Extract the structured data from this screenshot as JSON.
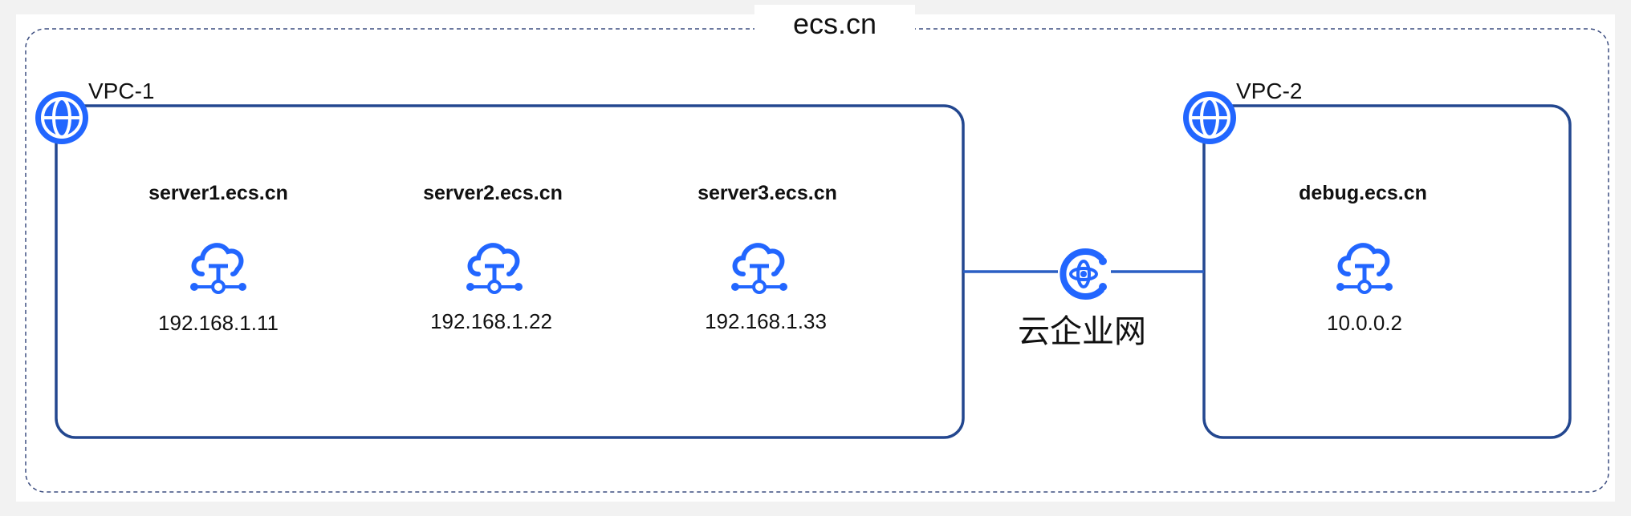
{
  "diagram": {
    "domain_title": "ecs.cn",
    "vpc1": {
      "label": "VPC-1",
      "servers": [
        {
          "hostname": "server1.ecs.cn",
          "ip": "192.168.1.11"
        },
        {
          "hostname": "server2.ecs.cn",
          "ip": "192.168.1.22"
        },
        {
          "hostname": "server3.ecs.cn",
          "ip": "192.168.1.33"
        }
      ]
    },
    "vpc2": {
      "label": "VPC-2",
      "servers": [
        {
          "hostname": "debug.ecs.cn",
          "ip": "10.0.0.2"
        }
      ]
    },
    "interconnect": {
      "label": "云企业网",
      "icon": "cloud-enterprise-network-icon"
    },
    "icons": {
      "vpc": "globe-icon",
      "server": "cloud-server-icon"
    },
    "colors": {
      "accent": "#2266ff",
      "frame": "#23478f",
      "border_dashed": "#3d4e80"
    }
  }
}
